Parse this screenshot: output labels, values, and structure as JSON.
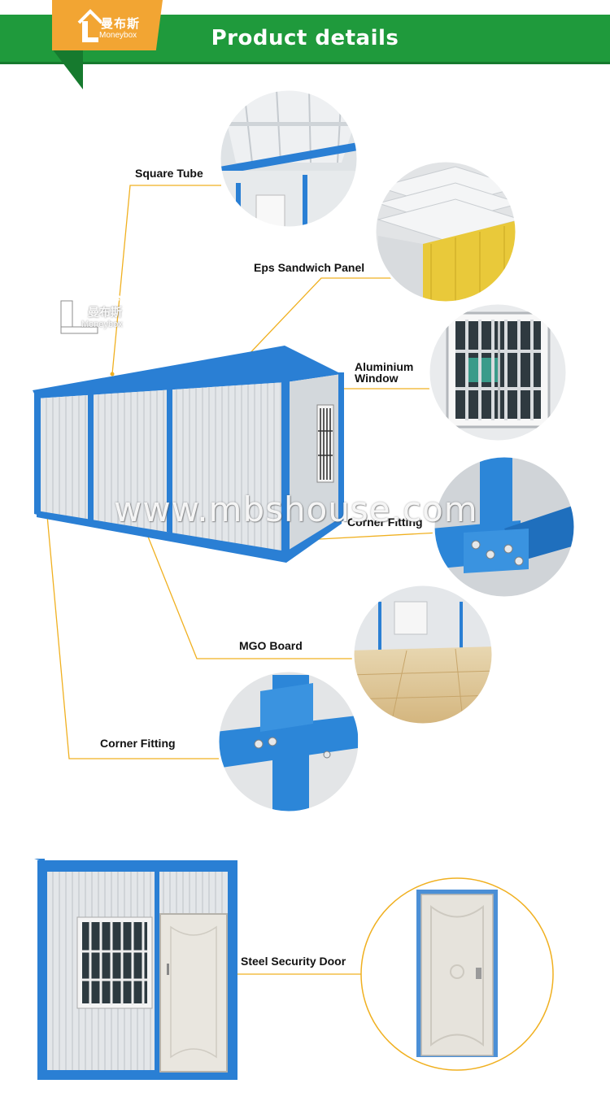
{
  "header": {
    "title": "Product details",
    "logo": {
      "cn": "曼布斯",
      "en": "Moneybox",
      "icon": "house-logo-icon"
    }
  },
  "colors": {
    "header_green": "#1f9a3c",
    "tab_orange": "#f2a533",
    "leader_line": "#f0b020",
    "frame_blue": "#2a7fd4"
  },
  "callouts": [
    {
      "label": "Square Tube"
    },
    {
      "label": "Eps Sandwich Panel"
    },
    {
      "label_line1": "Aluminium",
      "label_line2": "Window"
    },
    {
      "label": "Corner Fitting"
    },
    {
      "label": "MGO Board"
    },
    {
      "label": "Corner Fitting"
    }
  ],
  "door_callout": {
    "label": "Steel Security Door"
  },
  "watermark": {
    "text": "www.mbshouse.com",
    "logo_cn": "曼布斯",
    "logo_en": "Moneybox"
  }
}
